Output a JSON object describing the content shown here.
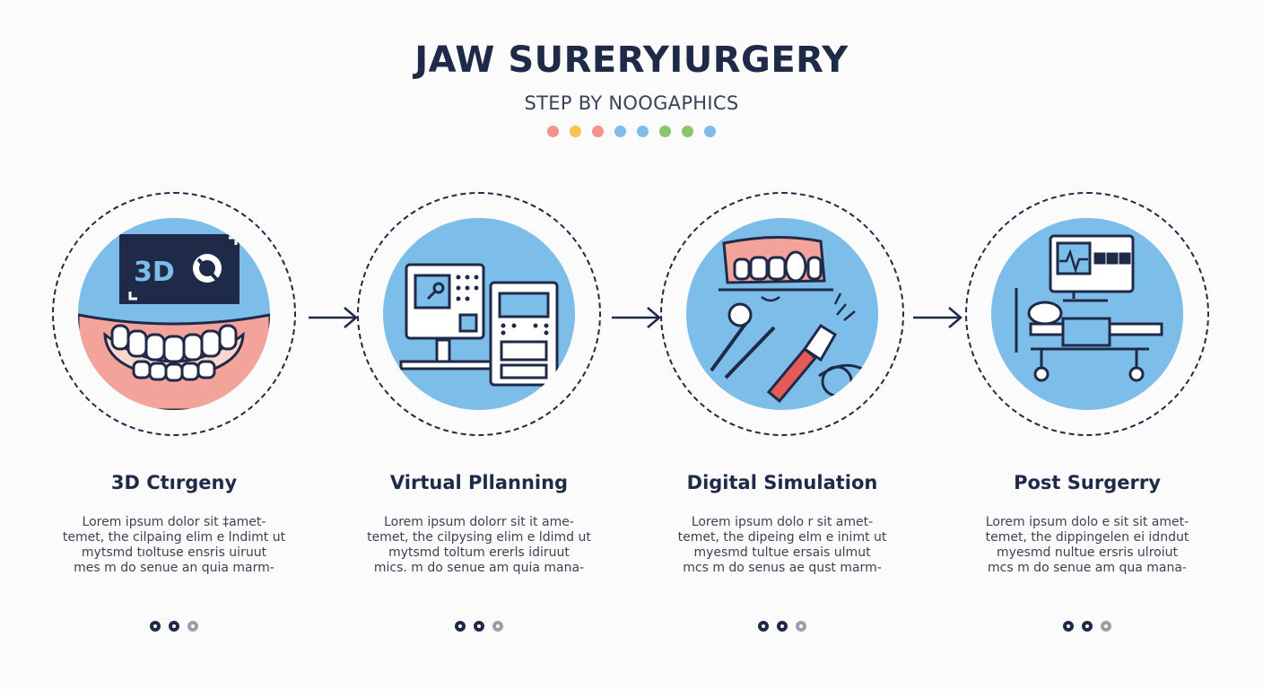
{
  "header": {
    "title": "JAW SURERYIURGERY",
    "subtitle": "STEP BY NOOGAPHICS",
    "dot_colors": [
      "#f3948a",
      "#f5c550",
      "#f3948a",
      "#7dbde9",
      "#7dbde9",
      "#8cc66a",
      "#8cc66a",
      "#7dbde9"
    ]
  },
  "colors": {
    "navy": "#1f2a48",
    "disc_blue": "#7dbde9",
    "gum_pink": "#f4a39a",
    "inactive_dot": "#9aa0a8"
  },
  "steps": [
    {
      "title": "3D Ctırgeny",
      "icon": "3d-dental-scan-icon",
      "scan_label": "3D",
      "description": [
        "Lorem ipsum  dolor  sit ‡amet-",
        "temet, the cilpaing elim e lndimt ut",
        "mytsmd tıoltuse ensris uiruut",
        "mes m do senue an quia marm-"
      ]
    },
    {
      "title": "Virtual Pllanning",
      "icon": "planning-computer-icon",
      "description": [
        "Lorem ipsum dolorr  sit it ame-",
        "temet, the  cilpysing elim e ldimd ut",
        "mytsmd  toltum  ererls  idiruut",
        "mics. m do senue am quia mana-"
      ]
    },
    {
      "title": "Digital Simulation",
      "icon": "surgical-tools-icon",
      "description": [
        "Lorem  ipsum  dolo r  sit amet-",
        "temet, the dipeing elm e inimt ut",
        "myesmd  tultue  ersais  ulmut",
        "mcs m do senus ae  qust marm-"
      ]
    },
    {
      "title": "Post Surgerry",
      "icon": "hospital-bed-monitor-icon",
      "description": [
        "Lorem  ipsum  dolo e sit sit amet-",
        "temet, the dippingelen ei idndut",
        "myesmd  nultue  ersris  ulroiut",
        "mcs m do senue am qua mana-"
      ]
    }
  ],
  "pagination": {
    "states": [
      "active",
      "active",
      "inactive"
    ]
  }
}
